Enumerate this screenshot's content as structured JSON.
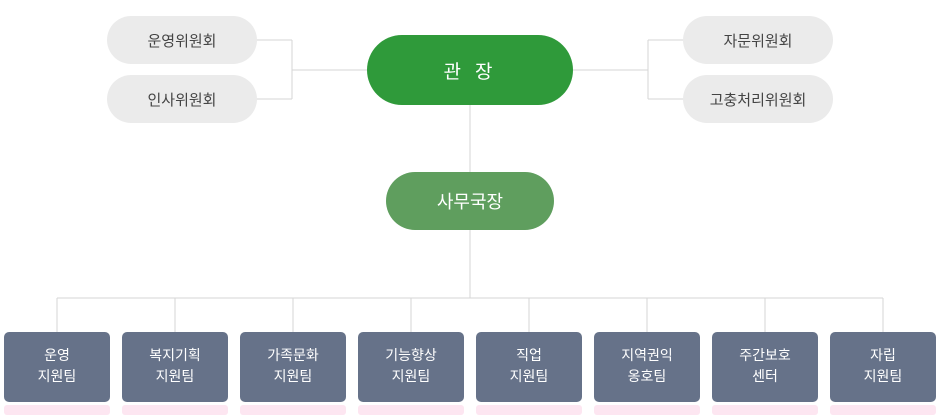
{
  "director": {
    "label": "관 장"
  },
  "secretary": {
    "label": "사무국장"
  },
  "committees_left": [
    {
      "label": "운영위원회"
    },
    {
      "label": "인사위원회"
    }
  ],
  "committees_right": [
    {
      "label": "자문위원회"
    },
    {
      "label": "고충처리위원회"
    }
  ],
  "teams": [
    {
      "line1": "운영",
      "line2": "지원팀"
    },
    {
      "line1": "복지기획",
      "line2": "지원팀"
    },
    {
      "line1": "가족문화",
      "line2": "지원팀"
    },
    {
      "line1": "기능향상",
      "line2": "지원팀"
    },
    {
      "line1": "직업",
      "line2": "지원팀"
    },
    {
      "line1": "지역권익",
      "line2": "옹호팀"
    },
    {
      "line1": "주간보호",
      "line2": "센터"
    },
    {
      "line1": "자립",
      "line2": "지원팀"
    }
  ],
  "colors": {
    "director": "#2f9a3a",
    "secretary": "#5f9e5e",
    "committee_bg": "#ebebeb",
    "team_bg": "#667289",
    "connector": "#d6d6d6"
  }
}
